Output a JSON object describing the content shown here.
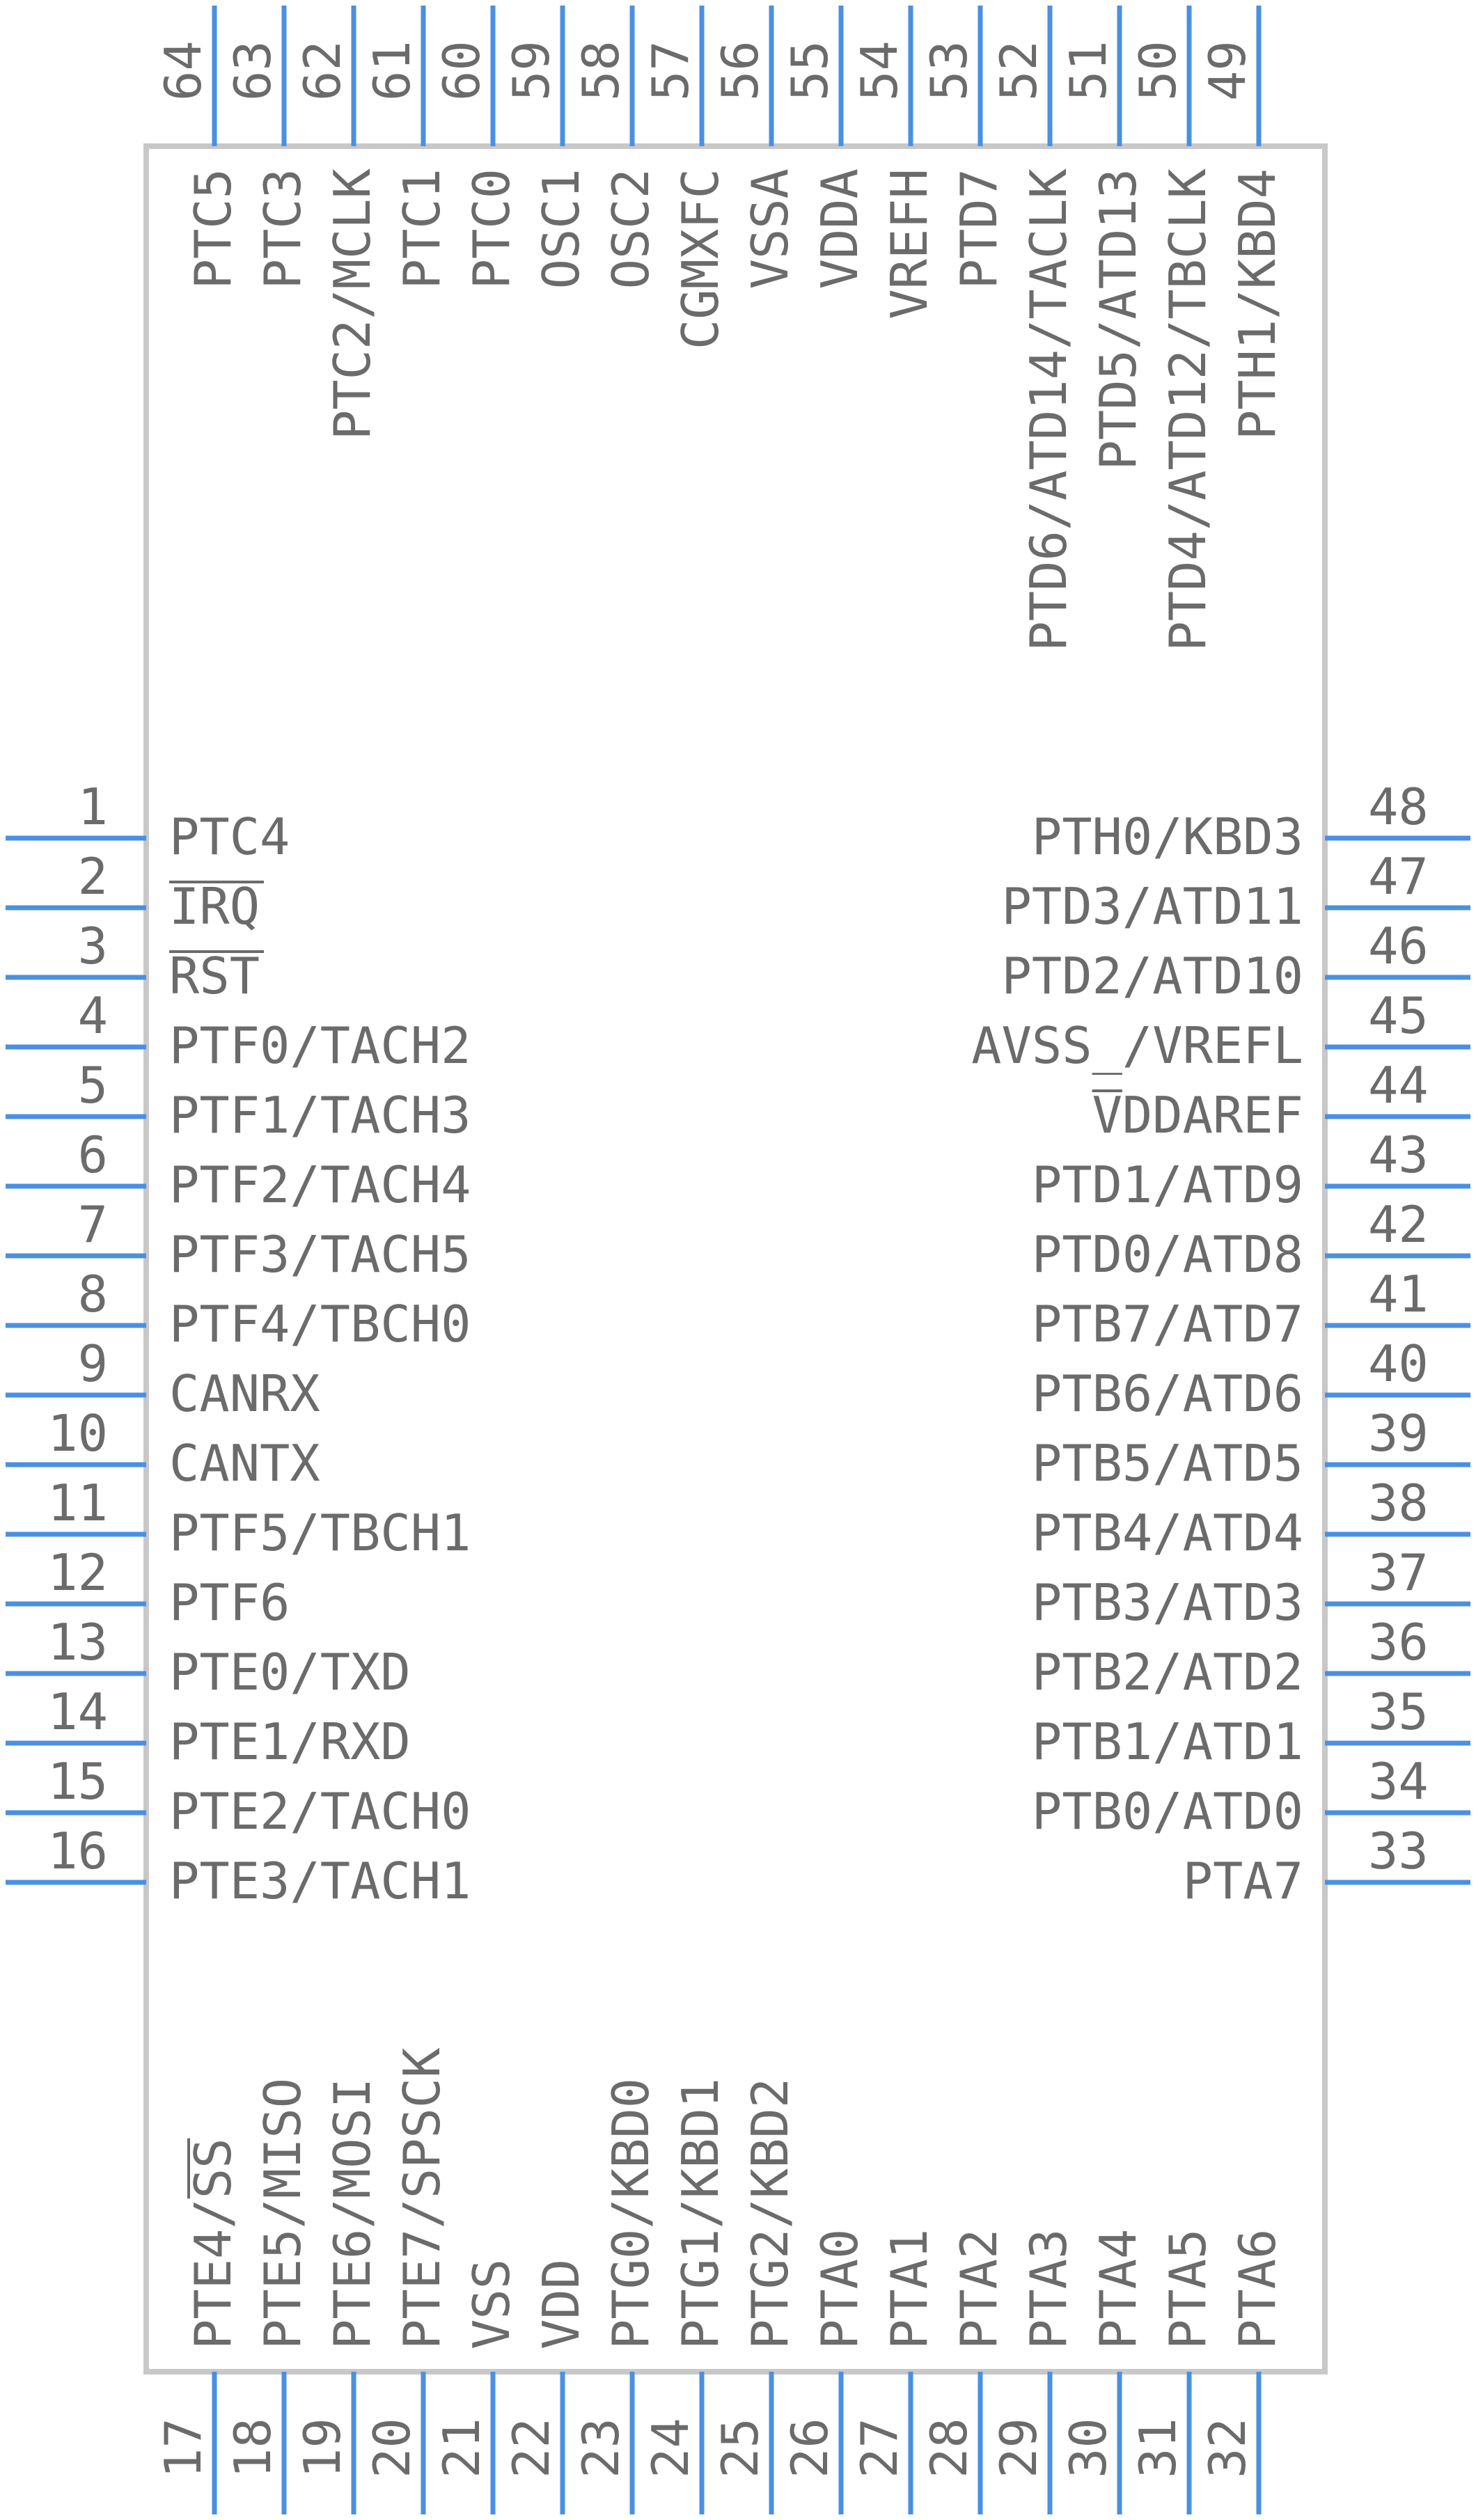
{
  "diagram": {
    "colors": {
      "pin": "#4a90e2",
      "body": "#c8c8c8",
      "text": "#6b6b6b"
    },
    "left_pins": [
      {
        "num": "1",
        "name": "PTC4"
      },
      {
        "num": "2",
        "name": "IRQ",
        "overline": true
      },
      {
        "num": "3",
        "name": "RST",
        "overline": true
      },
      {
        "num": "4",
        "name": "PTF0/TACH2"
      },
      {
        "num": "5",
        "name": "PTF1/TACH3"
      },
      {
        "num": "6",
        "name": "PTF2/TACH4"
      },
      {
        "num": "7",
        "name": "PTF3/TACH5"
      },
      {
        "num": "8",
        "name": "PTF4/TBCH0"
      },
      {
        "num": "9",
        "name": "CANRX"
      },
      {
        "num": "10",
        "name": "CANTX"
      },
      {
        "num": "11",
        "name": "PTF5/TBCH1"
      },
      {
        "num": "12",
        "name": "PTF6"
      },
      {
        "num": "13",
        "name": "PTE0/TXD"
      },
      {
        "num": "14",
        "name": "PTE1/RXD"
      },
      {
        "num": "15",
        "name": "PTE2/TACH0"
      },
      {
        "num": "16",
        "name": "PTE3/TACH1"
      }
    ],
    "right_pins": [
      {
        "num": "48",
        "name": "PTH0/KBD3"
      },
      {
        "num": "47",
        "name": "PTD3/ATD11"
      },
      {
        "num": "46",
        "name": "PTD2/ATD10"
      },
      {
        "num": "45",
        "name": "AVSS_/VREFL"
      },
      {
        "num": "44",
        "name": "VDDAREF",
        "overline": "first"
      },
      {
        "num": "43",
        "name": "PTD1/ATD9"
      },
      {
        "num": "42",
        "name": "PTD0/ATD8"
      },
      {
        "num": "41",
        "name": "PTB7/ATD7"
      },
      {
        "num": "40",
        "name": "PTB6/ATD6"
      },
      {
        "num": "39",
        "name": "PTB5/ATD5"
      },
      {
        "num": "38",
        "name": "PTB4/ATD4"
      },
      {
        "num": "37",
        "name": "PTB3/ATD3"
      },
      {
        "num": "36",
        "name": "PTB2/ATD2"
      },
      {
        "num": "35",
        "name": "PTB1/ATD1"
      },
      {
        "num": "34",
        "name": "PTB0/ATD0"
      },
      {
        "num": "33",
        "name": "PTA7"
      }
    ],
    "top_pins": [
      {
        "num": "64",
        "name": "PTC5"
      },
      {
        "num": "63",
        "name": "PTC3"
      },
      {
        "num": "62",
        "name": "PTC2/MCLK"
      },
      {
        "num": "61",
        "name": "PTC1"
      },
      {
        "num": "60",
        "name": "PTC0"
      },
      {
        "num": "59",
        "name": "OSC1"
      },
      {
        "num": "58",
        "name": "OSC2"
      },
      {
        "num": "57",
        "name": "CGMXFC"
      },
      {
        "num": "56",
        "name": "VSSA"
      },
      {
        "num": "55",
        "name": "VDDA"
      },
      {
        "num": "54",
        "name": "VREFH"
      },
      {
        "num": "53",
        "name": "PTD7"
      },
      {
        "num": "52",
        "name": "PTD6/ATD14/TACLK"
      },
      {
        "num": "51",
        "name": "PTD5/ATD13"
      },
      {
        "num": "50",
        "name": "PTD4/ATD12/TBCLK"
      },
      {
        "num": "49",
        "name": "PTH1/KBD4"
      }
    ],
    "bottom_pins": [
      {
        "num": "17",
        "name": "PTE4/SS",
        "overline": "SS"
      },
      {
        "num": "18",
        "name": "PTE5/MISO"
      },
      {
        "num": "19",
        "name": "PTE6/MOSI"
      },
      {
        "num": "20",
        "name": "PTE7/SPSCK"
      },
      {
        "num": "21",
        "name": "VSS"
      },
      {
        "num": "22",
        "name": "VDD"
      },
      {
        "num": "23",
        "name": "PTG0/KBD0"
      },
      {
        "num": "24",
        "name": "PTG1/KBD1"
      },
      {
        "num": "25",
        "name": "PTG2/KBD2"
      },
      {
        "num": "26",
        "name": "PTA0"
      },
      {
        "num": "27",
        "name": "PTA1"
      },
      {
        "num": "28",
        "name": "PTA2"
      },
      {
        "num": "29",
        "name": "PTA3"
      },
      {
        "num": "30",
        "name": "PTA4"
      },
      {
        "num": "31",
        "name": "PTA5"
      },
      {
        "num": "32",
        "name": "PTA6"
      }
    ]
  }
}
